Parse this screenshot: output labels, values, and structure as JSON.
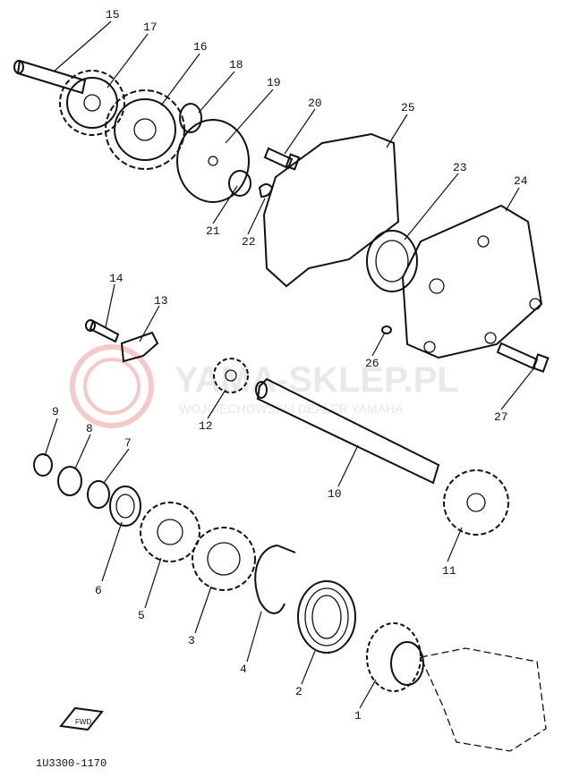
{
  "callouts": {
    "p1": "1",
    "p2": "2",
    "p3": "3",
    "p4": "4",
    "p5": "5",
    "p6": "6",
    "p7": "7",
    "p8": "8",
    "p9": "9",
    "p10": "10",
    "p11": "11",
    "p12": "12",
    "p13": "13",
    "p14": "14",
    "p15": "15",
    "p16": "16",
    "p17": "17",
    "p18": "18",
    "p19": "19",
    "p20": "20",
    "p21": "21",
    "p22": "22",
    "p23": "23",
    "p24": "24",
    "p25": "25",
    "p26": "26",
    "p27": "27"
  },
  "watermark": {
    "brand": "YAMA-SKLEP.PL",
    "subtitle": "WOJCIECHOWSKI | DEALER YAMAHA"
  },
  "fwd_label": "FWD",
  "diagram_code": "1U3300-1170",
  "colors": {
    "line": "#111111",
    "watermark": "#e9e9e9",
    "watermark_logo": "#f3c9c9"
  }
}
